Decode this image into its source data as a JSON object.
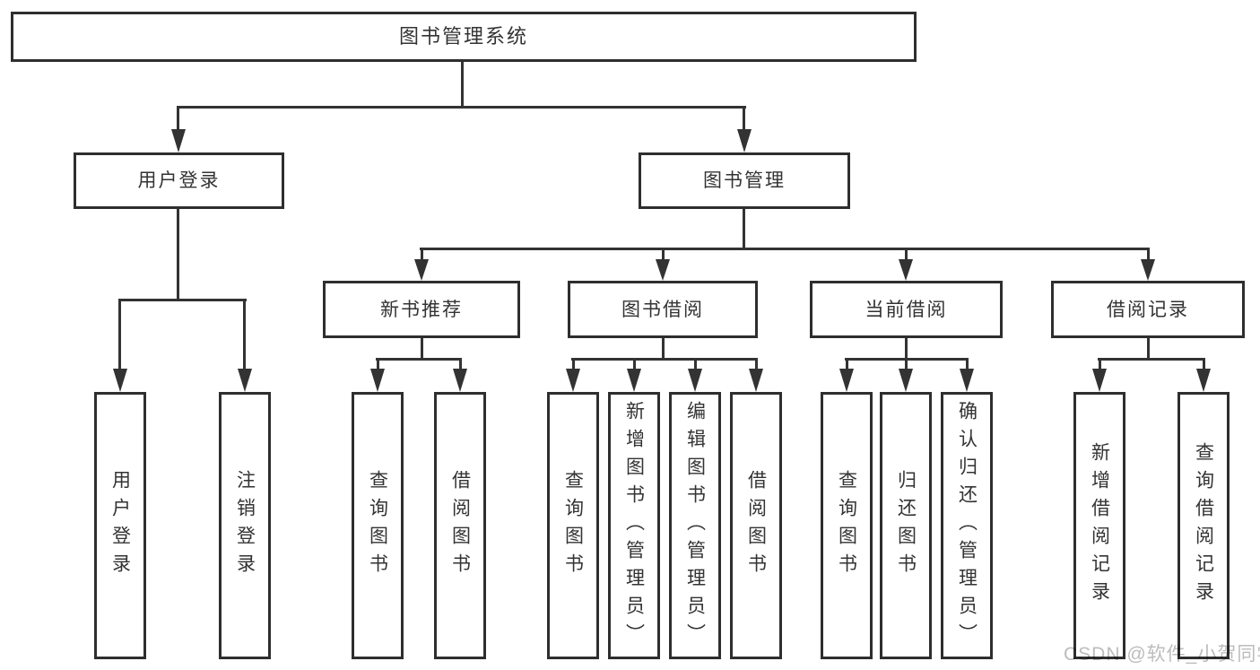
{
  "diagram": {
    "root": "图书管理系统",
    "branches": [
      {
        "label": "用户登录",
        "children": [
          "用户登录",
          "注销登录"
        ]
      },
      {
        "label": "图书管理",
        "modules": [
          {
            "label": "新书推荐",
            "children": [
              "查询图书",
              "借阅图书"
            ]
          },
          {
            "label": "图书借阅",
            "children": [
              "查询图书",
              "新增图书（管理员）",
              "编辑图书（管理员）",
              "借阅图书"
            ]
          },
          {
            "label": "当前借阅",
            "children": [
              "查询图书",
              "归还图书",
              "确认归还（管理员）"
            ]
          },
          {
            "label": "借阅记录",
            "children": [
              "新增借阅记录",
              "查询借阅记录"
            ]
          }
        ]
      }
    ]
  },
  "watermark": "CSDN @软件_小贺同学",
  "colors": {
    "background": "#ffffff",
    "line": "#333333",
    "box_border": "#2e2e2e",
    "text": "#333333",
    "watermark": "#bcbcbc"
  }
}
